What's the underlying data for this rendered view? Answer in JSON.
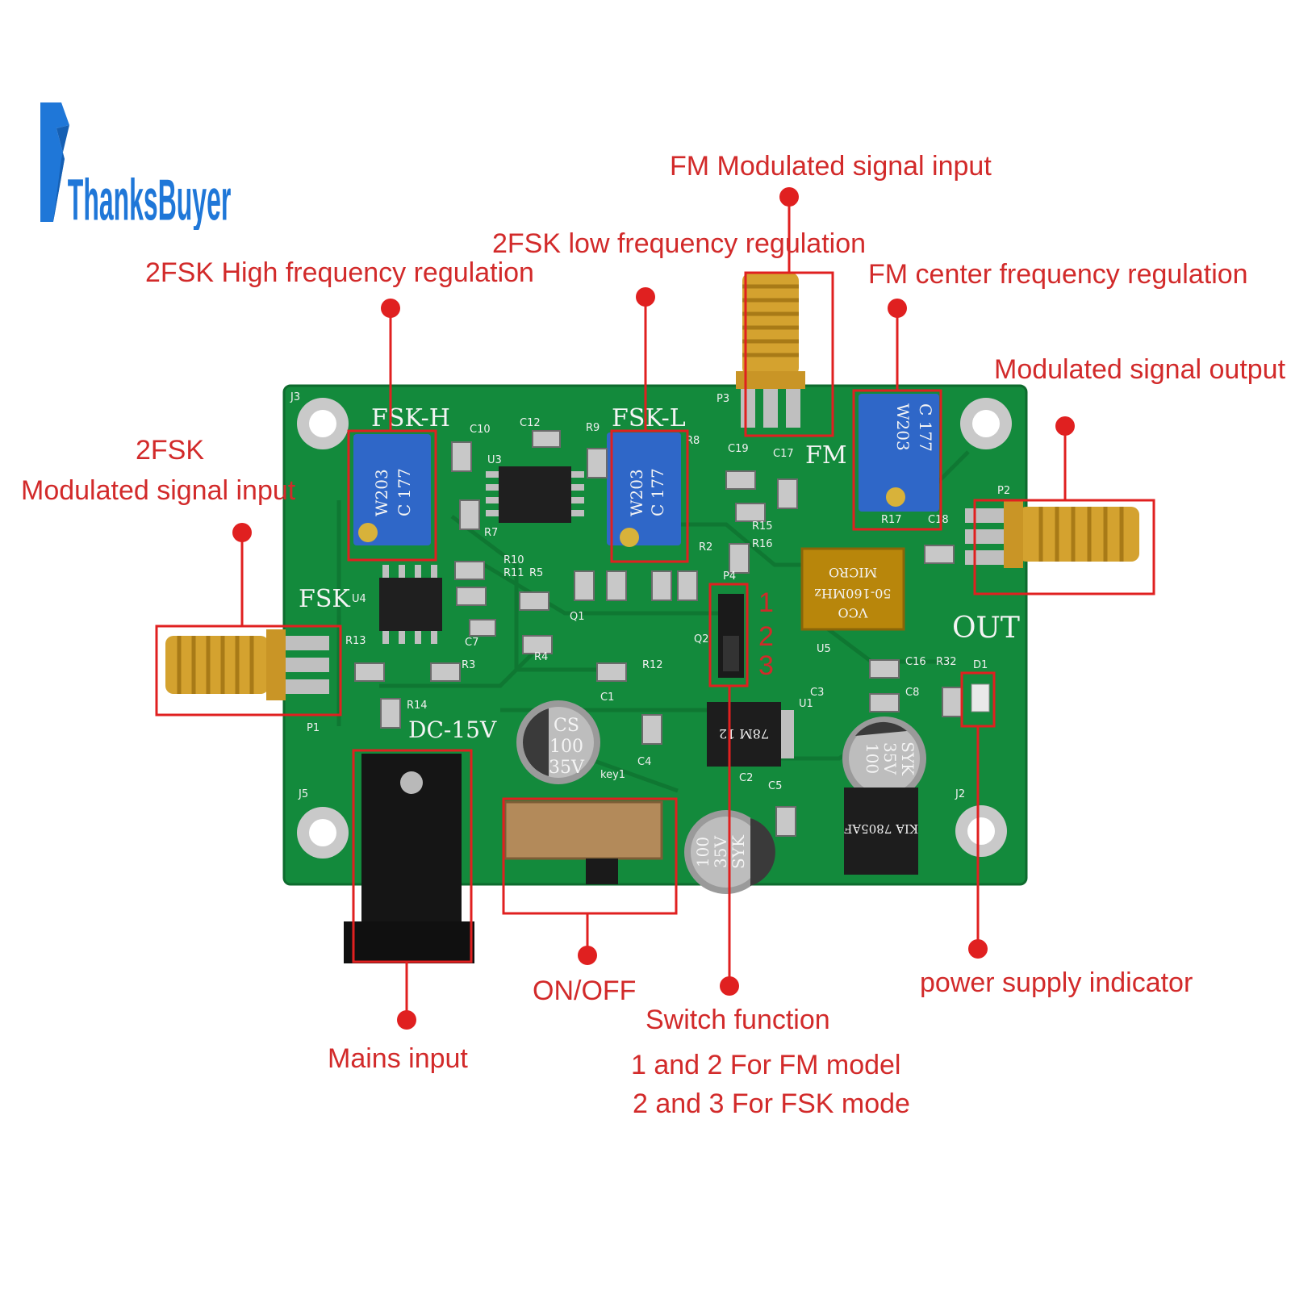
{
  "brand": {
    "name": "ThanksBuyer",
    "color": "#1f77d8"
  },
  "labels": {
    "fm_input": "FM Modulated signal input",
    "fsk_low": "2FSK low frequency regulation",
    "fsk_high": "2FSK High frequency regulation",
    "fm_center": "FM center frequency regulation",
    "mod_output": "Modulated signal output",
    "fsk_input_line1": "2FSK",
    "fsk_input_line2": "Modulated signal input",
    "onoff": "ON/OFF",
    "switch_title": "Switch function",
    "switch_line1": "1 and 2 For FM model",
    "switch_line2": "2 and 3 For FSK mode",
    "mains": "Mains input",
    "power_ind": "power supply indicator"
  },
  "board": {
    "fsk_h": "FSK-H",
    "fsk_l": "FSK-L",
    "fsk": "FSK",
    "fm": "FM",
    "out": "OUT",
    "dc": "DC-15V",
    "j3": "J3",
    "j5": "J5",
    "j2": "J2",
    "p3": "P3",
    "p2": "P2",
    "p1": "P1",
    "p4": "P4",
    "u3": "U3",
    "u4": "U4",
    "u5": "U5",
    "u1": "U1",
    "c10": "C10",
    "c12": "C12",
    "c19": "C19",
    "c17": "C17",
    "c18": "C18",
    "r9": "R9",
    "r8": "R8",
    "r7": "R7",
    "r10": "R10",
    "r11": "R11",
    "r5": "R5",
    "r15": "R15",
    "r16": "R16",
    "r17": "R17",
    "r2": "R2",
    "r13": "R13",
    "r3": "R3",
    "r4": "R4",
    "r12": "R12",
    "r14": "R14",
    "r32": "R32",
    "c16": "C16",
    "d1": "D1",
    "c8": "C8",
    "c7": "C7",
    "c1": "C1",
    "c3": "C3",
    "c4": "C4",
    "c2": "C2",
    "c5": "C5",
    "q1": "Q1",
    "q2": "Q2",
    "key1": "key1",
    "pot_top": "W203",
    "pot_bottom": "C 177",
    "vco": "VCO",
    "vco_range": "50-160MHz",
    "vco_maker": "MICRO",
    "cap1": [
      "CS",
      "100",
      "35V"
    ],
    "cap2": [
      "100",
      "35V",
      "SYK"
    ],
    "cap3": [
      "100",
      "35V",
      "SYK"
    ],
    "reg1": "78M 12",
    "reg2": "KIA 7805AF",
    "pin_nums": [
      "1",
      "2",
      "3"
    ]
  }
}
